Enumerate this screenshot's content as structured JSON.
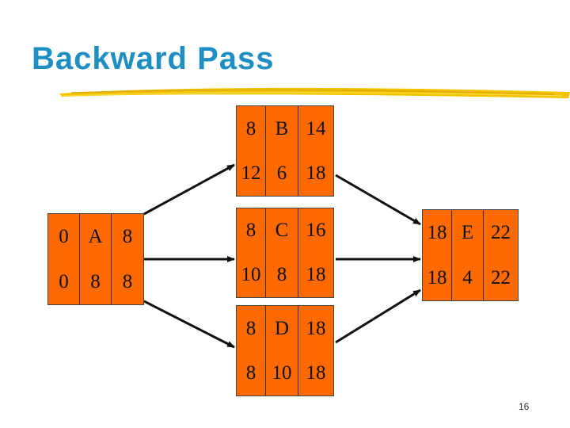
{
  "slide": {
    "title": "Backward Pass",
    "page_number": "16"
  },
  "colors": {
    "title": "#1f8ec2",
    "node_fill": "#ff6a00",
    "underline": "#f2c400",
    "arrow": "#111111"
  },
  "nodes": {
    "A": {
      "es": "0",
      "name": "A",
      "ef": "8",
      "ls": "0",
      "duration": "8",
      "lf": "8"
    },
    "B": {
      "es": "8",
      "name": "B",
      "ef": "14",
      "ls": "12",
      "duration": "6",
      "lf": "18"
    },
    "C": {
      "es": "8",
      "name": "C",
      "ef": "16",
      "ls": "10",
      "duration": "8",
      "lf": "18"
    },
    "D": {
      "es": "8",
      "name": "D",
      "ef": "18",
      "ls": "8",
      "duration": "10",
      "lf": "18"
    },
    "E": {
      "es": "18",
      "name": "E",
      "ef": "22",
      "ls": "18",
      "duration": "4",
      "lf": "22"
    }
  },
  "edges": [
    {
      "from": "A",
      "to": "B"
    },
    {
      "from": "A",
      "to": "C"
    },
    {
      "from": "A",
      "to": "D"
    },
    {
      "from": "B",
      "to": "E"
    },
    {
      "from": "C",
      "to": "E"
    },
    {
      "from": "D",
      "to": "E"
    }
  ]
}
